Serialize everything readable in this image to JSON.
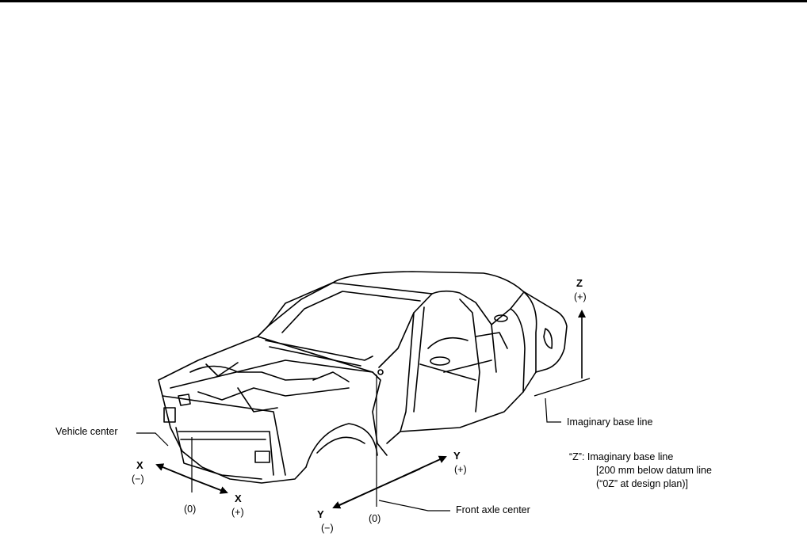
{
  "labels": {
    "z_axis": "Z",
    "z_plus": "(+)",
    "x_axis": "X",
    "x_minus": "(−)",
    "x_axis_plus": "X",
    "x_plus": "(+)",
    "x_zero": "(0)",
    "y_axis_plus": "Y",
    "y_plus": "(+)",
    "y_axis_minus": "Y",
    "y_minus": "(−)",
    "y_zero": "(0)",
    "vehicle_center": "Vehicle center",
    "imaginary_base_line": "Imaginary base line",
    "front_axle_center": "Front axle center"
  },
  "note": {
    "line1": "“Z”: Imaginary base line",
    "line2": "[200 mm below datum line",
    "line3": "(“0Z” at design plan)]"
  }
}
